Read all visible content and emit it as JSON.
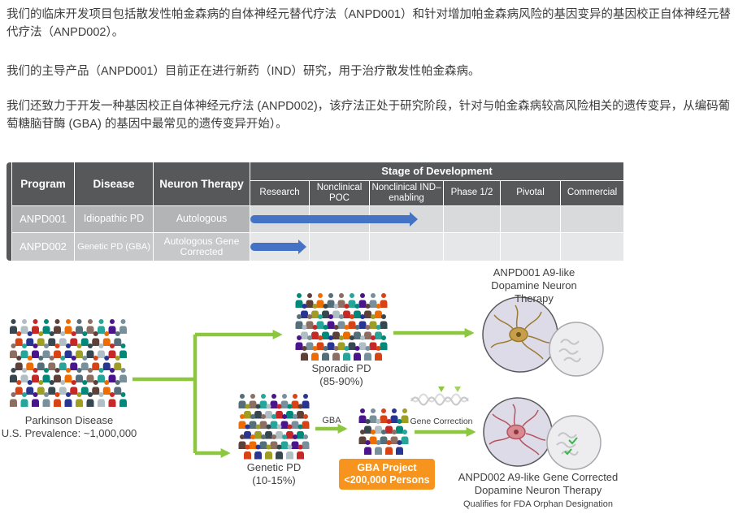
{
  "paragraphs": {
    "p1": "我们的临床开发项目包括散发性帕金森病的自体神经元替代疗法（ANPD001）和针对增加帕金森病风险的基因变异的基因校正自体神经元替代疗法（ANPD002）。",
    "p2": "我们的主导产品（ANPD001）目前正在进行新药（IND）研究，用于治疗散发性帕金森病。",
    "p3": "我们还致力于开发一种基因校正自体神经元疗法 (ANPD002)，该疗法正处于研究阶段，针对与帕金森病较高风险相关的遗传变异，从编码葡萄糖脑苷酶 (GBA) 的基因中最常见的遗传变异开始）。"
  },
  "pipeline": {
    "columns": {
      "program": "Program",
      "disease": "Disease",
      "therapy": "Neuron Therapy",
      "stage_group": "Stage of Development"
    },
    "stages": [
      "Research",
      "Nonclinical POC",
      "Nonclinical IND–enabling",
      "Phase 1/2",
      "Pivotal",
      "Commercial"
    ],
    "rows": [
      {
        "program": "ANPD001",
        "disease": "Idiopathic PD",
        "therapy": "Autologous",
        "progress_width": "43%"
      },
      {
        "program": "ANPD002",
        "disease": "Genetic PD (GBA)",
        "therapy": "Autologous Gene Corrected",
        "progress_width": "13%"
      }
    ],
    "colors": {
      "header_bg": "#57585a",
      "arrow_blue": "#4472c4"
    }
  },
  "diagram": {
    "population": {
      "line1": "Parkinson Disease",
      "line2": "U.S. Prevalence: ~1,000,000"
    },
    "sporadic": {
      "line1": "Sporadic PD",
      "line2": "(85-90%)"
    },
    "genetic": {
      "line1": "Genetic PD",
      "line2": "(10-15%)"
    },
    "gba_arrow_label": "GBA",
    "gene_correction_label": "Gene Correction",
    "gba_box": {
      "line1": "GBA Project",
      "line2": "<200,000 Persons",
      "bg": "#f7941d"
    },
    "anpd001": {
      "line1": "ANPD001 A9-like",
      "line2": "Dopamine Neuron",
      "line3": "Therapy"
    },
    "anpd002": {
      "line1": "ANPD002 A9-like Gene Corrected",
      "line2": "Dopamine Neuron Therapy",
      "note": "Qualifies for FDA Orphan Designation"
    },
    "colors": {
      "accent_green": "#8dc63f",
      "orange": "#f7941d"
    }
  }
}
